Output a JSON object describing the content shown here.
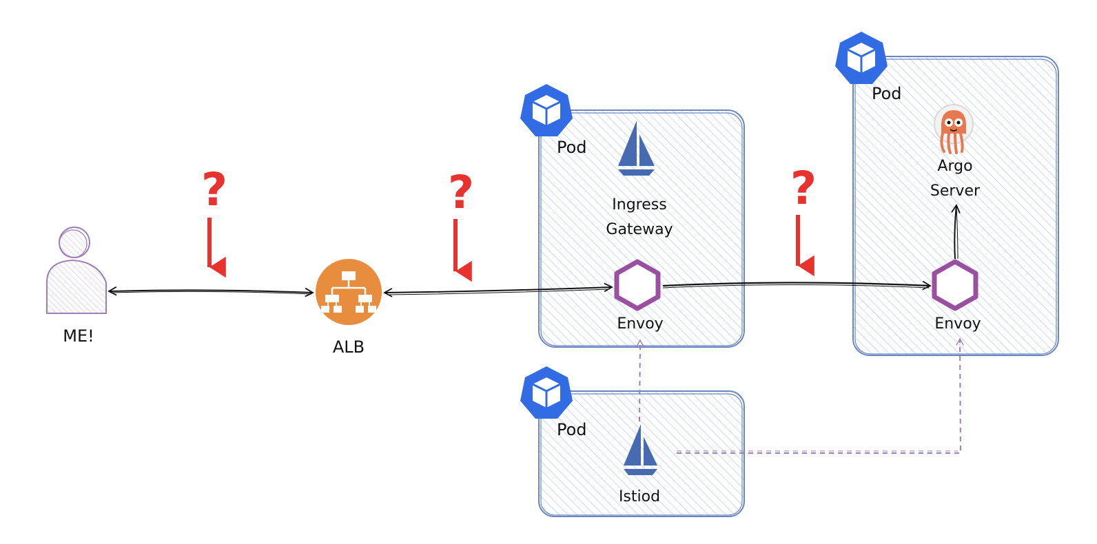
{
  "colors": {
    "pod_stroke": "#6a87c4",
    "pod_hatch": "#9fb6e0",
    "k8s_blue": "#326ce5",
    "envoy_purple": "#9b4fa0",
    "arrow_red": "#e8322d",
    "istio_blue": "#466bb0",
    "alb_orange": "#e88c3d",
    "user_purple": "#9b7fb6",
    "dashed_purple": "#9b7fb6",
    "argo_orange": "#e8784e"
  },
  "nodes": {
    "me": {
      "label": "ME!",
      "icon": "user-icon"
    },
    "alb": {
      "label": "ALB",
      "icon": "load-balancer-icon"
    },
    "pod_ingress": {
      "label": "Pod",
      "icon": "kubernetes-pod-icon"
    },
    "ingress_gateway": {
      "line1": "Ingress",
      "line2": "Gateway",
      "icon": "istio-sail-icon"
    },
    "envoy_ingress": {
      "label": "Envoy",
      "icon": "envoy-hexagon-icon"
    },
    "pod_argo": {
      "label": "Pod",
      "icon": "kubernetes-pod-icon"
    },
    "argo_server": {
      "line1": "Argo",
      "line2": "Server",
      "icon": "argo-octopus-icon"
    },
    "envoy_argo": {
      "label": "Envoy",
      "icon": "envoy-hexagon-icon"
    },
    "pod_istiod": {
      "label": "Pod",
      "icon": "kubernetes-pod-icon"
    },
    "istiod": {
      "label": "Istiod",
      "icon": "istio-sail-icon"
    }
  },
  "markers": {
    "question_mark": "?",
    "count": 3
  }
}
